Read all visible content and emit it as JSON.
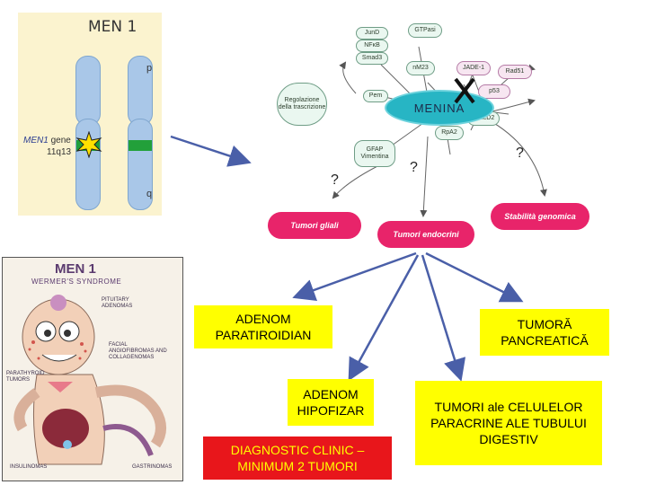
{
  "chromosome": {
    "title": "MEN 1",
    "p_label": "p",
    "q_label": "q",
    "gene_label": "MEN1",
    "gene_suffix": " gene",
    "locus": "11q13"
  },
  "network": {
    "center": "MENINA",
    "nodes": {
      "junD": "JunD",
      "nfkb": "NFκB",
      "smad3": "Smad3",
      "pem": "Pem",
      "regulation": "Regolazione della trascrizione",
      "gtpasi": "GTPasi",
      "nm23": "nM23",
      "jade": "JADE-1",
      "rad51": "Rad51",
      "p53": "p53",
      "fancd2": "FancD2",
      "rpa2": "RpA2",
      "gfap": "GFAP Vimentina"
    },
    "question_marks": [
      "?",
      "?",
      "?"
    ],
    "outcomes": {
      "glial": "Tumori gliali",
      "endocrine": "Tumori endocrini",
      "genomic": "Stabilità genomica"
    }
  },
  "cartoon": {
    "title": "MEN 1",
    "subtitle": "WERMER'S SYNDROME",
    "labels": {
      "pituitary": "PITUITARY ADENOMAS",
      "facial": "FACIAL ANGIOFIBROMAS AND COLLAGENOMAS",
      "parathyroid": "PARATHYROID TUMORS",
      "insulinomas": "INSULINOMAS",
      "gastrinomas": "GASTRINOMAS"
    }
  },
  "boxes": {
    "parathyroid": "ADENOM PARATIROIDIAN",
    "pituitary": "ADENOM HIPOFIZAR",
    "diagnosis": "DIAGNOSTIC CLINIC – MINIMUM 2 TUMORI",
    "pancreatic": "TUMORĂ PANCREATICĂ",
    "paracrine": "TUMORI ale CELULELOR PARACRINE ALE TUBULUI DIGESTIV"
  },
  "colors": {
    "box_yellow": "#ffff00",
    "box_red": "#e8161b",
    "arrow_blue": "#4a5fa8",
    "outcome_pink": "#e8246a",
    "center_teal": "#27b5c4"
  }
}
